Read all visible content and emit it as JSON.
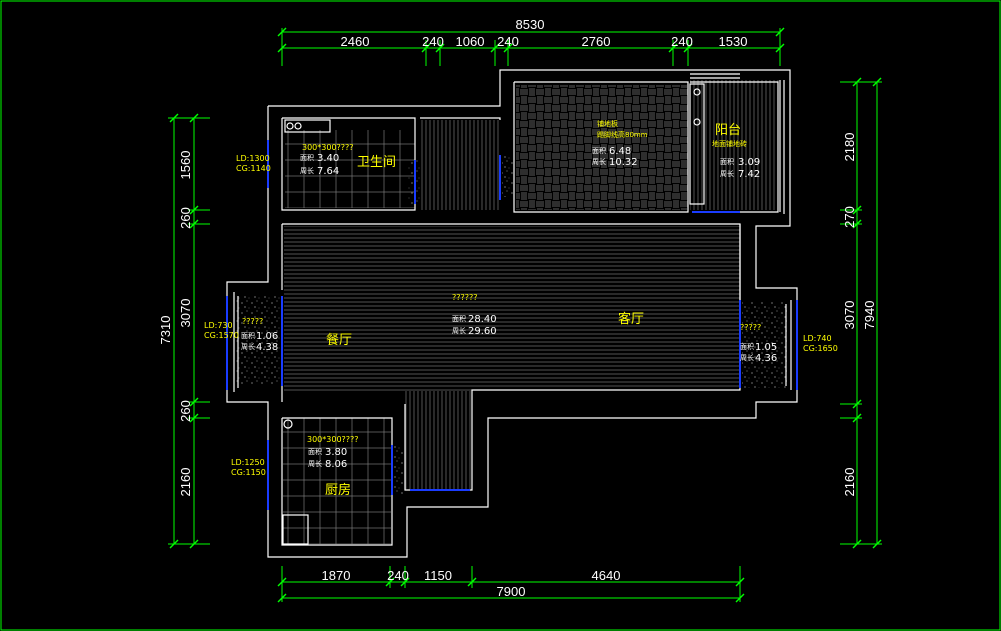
{
  "colors": {
    "background": "#000000",
    "dimension_lines": "#00ff00",
    "walls": "#ffffff",
    "hatch": "#a0a0a0",
    "labels": "#ffff00",
    "windows": "#0000ff"
  },
  "dims_top": {
    "total": "8530",
    "segments": [
      "2460",
      "240",
      "1060",
      "240",
      "2760",
      "240",
      "1530"
    ]
  },
  "dims_bottom": {
    "total": "7900",
    "segments": [
      "1870",
      "240",
      "1150",
      "4640"
    ]
  },
  "dims_left": {
    "total": "7310",
    "segments": [
      "1560",
      "260",
      "3070",
      "260",
      "2160"
    ]
  },
  "dims_right": {
    "total": "7940",
    "segments": [
      "2180",
      "270",
      "3070",
      "2160"
    ]
  },
  "rooms": {
    "bathroom": {
      "name": "卫生间",
      "tile": "300*300????",
      "area_label": "面积",
      "area": "3.40",
      "perim_label": "周长",
      "perim": "7.64",
      "window": [
        "LD:1300",
        "CG:1140"
      ]
    },
    "bedroom": {
      "note1": "铺地板",
      "note2": "踢脚线高80mm",
      "area_label": "面积",
      "area": "6.48",
      "perim_label": "周长",
      "perim": "10.32"
    },
    "balcony": {
      "name": "阳台",
      "note": "地面铺地砖",
      "area_label": "面积",
      "area": "3.09",
      "perim_label": "周长",
      "perim": "7.42"
    },
    "living": {
      "name": "客厅",
      "dining_name": "餐厅",
      "tile": "??????",
      "area_label": "面积",
      "area": "28.40",
      "perim_label": "周长",
      "perim": "29.60"
    },
    "bay_left": {
      "tile": "?????",
      "area_label": "面积",
      "area": "1.06",
      "perim_label": "周长",
      "perim": "4.38",
      "window": [
        "LD:730",
        "CG:1570"
      ]
    },
    "bay_right": {
      "tile": "?????",
      "area_label": "面积",
      "area": "1.05",
      "perim_label": "周长",
      "perim": "4.36",
      "window": [
        "LD:740",
        "CG:1650"
      ]
    },
    "kitchen": {
      "name": "厨房",
      "tile": "300*300????",
      "area_label": "面积",
      "area": "3.80",
      "perim_label": "周长",
      "perim": "8.06",
      "window": [
        "LD:1250",
        "CG:1150"
      ]
    }
  }
}
